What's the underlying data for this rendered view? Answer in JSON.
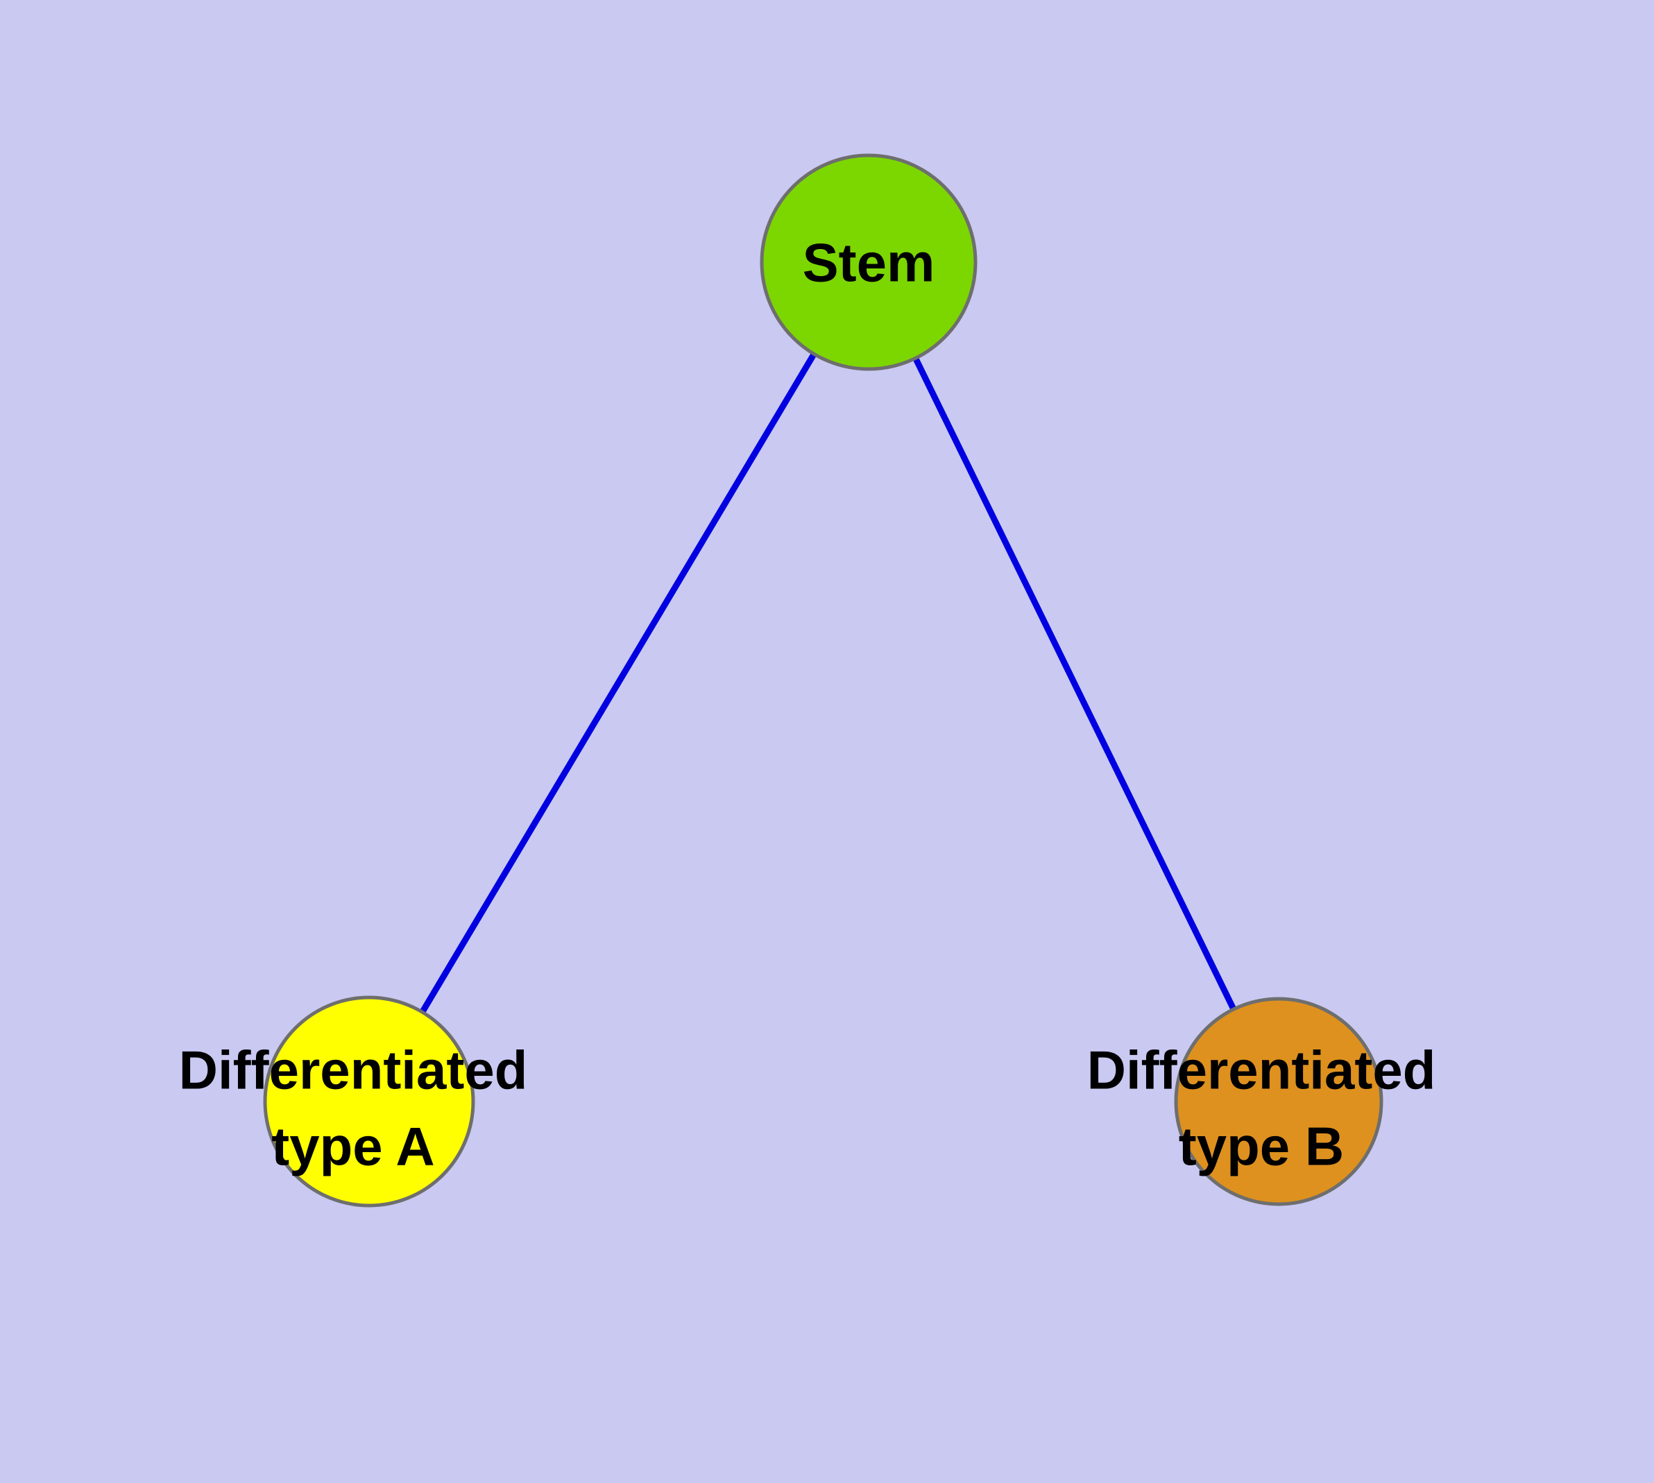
{
  "diagram": {
    "background_color": "#c9c9f2",
    "edge_color": "#0000e0",
    "node_border_color": "#6e6e6e",
    "nodes": [
      {
        "id": "stem",
        "lines": [
          "Stem"
        ],
        "fill": "#7cd700"
      },
      {
        "id": "differentiated-type-a",
        "lines": [
          "Differentiated",
          "type A"
        ],
        "fill": "#ffff00"
      },
      {
        "id": "differentiated-type-b",
        "lines": [
          "Differentiated",
          "type B"
        ],
        "fill": "#de911e"
      }
    ],
    "edges": [
      {
        "from": "Stem",
        "to": "Differentiated type A"
      },
      {
        "from": "Stem",
        "to": "Differentiated type B"
      }
    ]
  }
}
